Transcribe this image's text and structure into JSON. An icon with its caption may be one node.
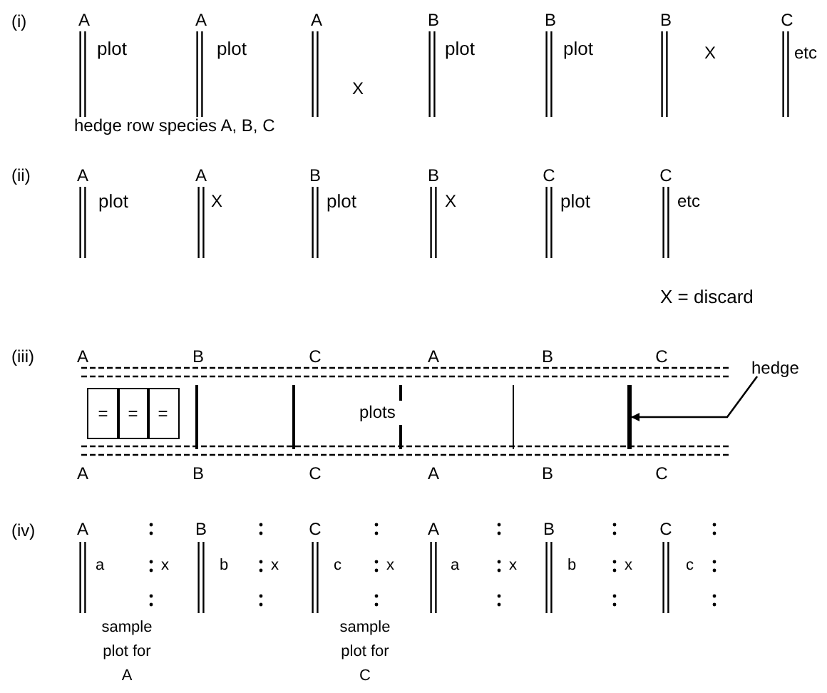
{
  "diagram": {
    "nodes": [
      {
        "text": [
          "hedge"
        ]
      },
      {
        "text": [
          "="
        ]
      },
      {
        "text": [
          "="
        ]
      },
      {
        "text": [
          "="
        ]
      },
      {
        "text": [],
        "shape": "bar"
      }
    ],
    "edges": [
      {
        "from": 0,
        "to": 4,
        "arrow": "to"
      }
    ],
    "labels": [
      "(i)",
      "A",
      "A",
      "A",
      "B",
      "B",
      "B",
      "C",
      "plot",
      "plot",
      "plot",
      "plot",
      "X",
      "etc",
      "X",
      "hedge row species A, B, C",
      "(ii)",
      "A",
      "A",
      "B",
      "B",
      "C",
      "C",
      "plot",
      "X",
      "plot",
      "X",
      "plot",
      "etc",
      "X = discard",
      "(iii)",
      "A",
      "B",
      "C",
      "A",
      "B",
      "C",
      "plots",
      "A",
      "B",
      "C",
      "A",
      "B",
      "C",
      "(iv)",
      "A",
      "B",
      "C",
      "A",
      "B",
      "C",
      "a",
      "x",
      "b",
      "x",
      "c",
      "x",
      "a",
      "x",
      "b",
      "x",
      "c",
      "sample plot for A",
      "sample plot for C"
    ]
  }
}
